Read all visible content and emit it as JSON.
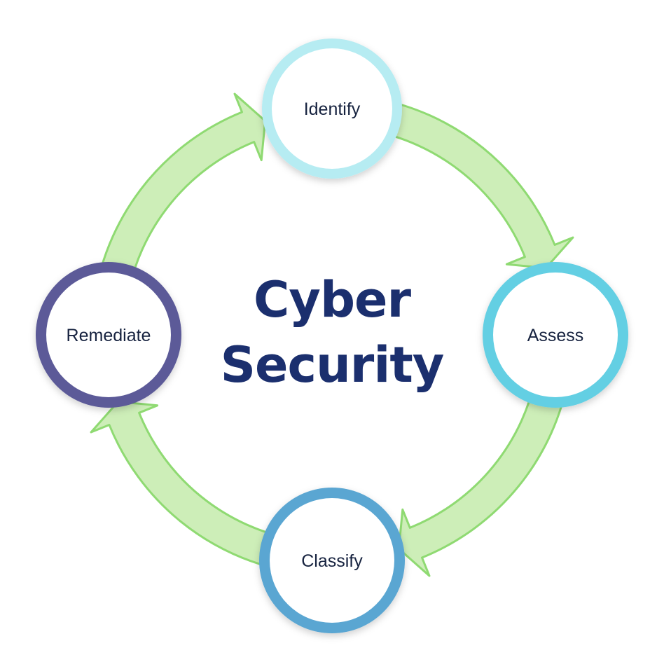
{
  "center": {
    "line1": "Cyber",
    "line2": "Security"
  },
  "steps": [
    {
      "label": "Identify",
      "ring_color": "#b6ecf2"
    },
    {
      "label": "Assess",
      "ring_color": "#63cfe3"
    },
    {
      "label": "Classify",
      "ring_color": "#5aa6d2"
    },
    {
      "label": "Remediate",
      "ring_color": "#5b5a98"
    }
  ],
  "colors": {
    "arrow_fill": "#cdeeb8",
    "arrow_stroke": "#8fda72",
    "title": "#1b2f6e"
  }
}
